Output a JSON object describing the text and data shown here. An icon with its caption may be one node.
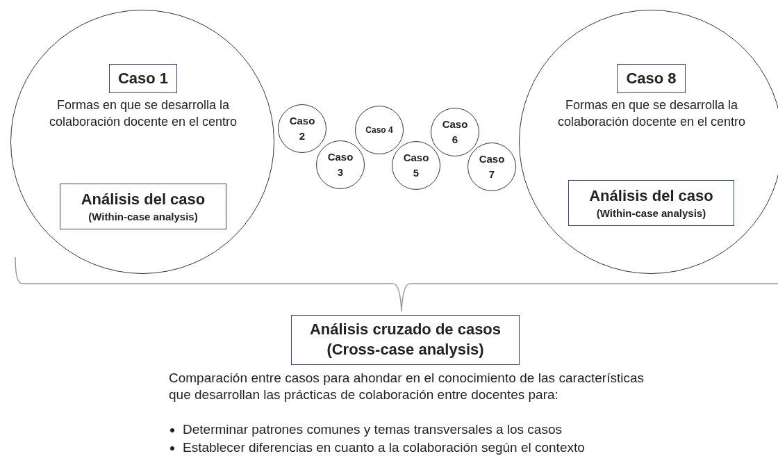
{
  "diagram": {
    "nodes": [
      {
        "text": [
          "Formas en que se desarrolla la colaboración docente en el centro"
        ]
      },
      {
        "text": [
          "Caso 1"
        ],
        "in": 0
      },
      {
        "text": [
          "Análisis del caso",
          "(Within-case analysis)"
        ],
        "in": 0
      },
      {
        "text": [
          "Caso 2"
        ]
      },
      {
        "text": [
          "Caso 3"
        ]
      },
      {
        "text": [
          "Caso 4"
        ]
      },
      {
        "text": [
          "Caso 5"
        ]
      },
      {
        "text": [
          "Caso 6"
        ]
      },
      {
        "text": [
          "Caso 7"
        ]
      },
      {
        "text": [
          "Formas en que se desarrolla la colaboración docente en el centro"
        ]
      },
      {
        "text": [
          "Caso 8"
        ],
        "in": 9
      },
      {
        "text": [
          "Análisis del caso",
          "(Within-case analysis)"
        ],
        "in": 9
      },
      {
        "text": [
          "Análisis cruzado de casos (Cross-case analysis)"
        ]
      }
    ],
    "edges": [],
    "labels": [
      "Comparación entre casos para ahondar en el conocimiento de las características que desarrollan las prácticas de colaboración entre docentes para:",
      "Determinar patrones comunes y temas transversales a los casos",
      "Establecer diferencias en cuanto a la colaboración según el contexto"
    ]
  }
}
